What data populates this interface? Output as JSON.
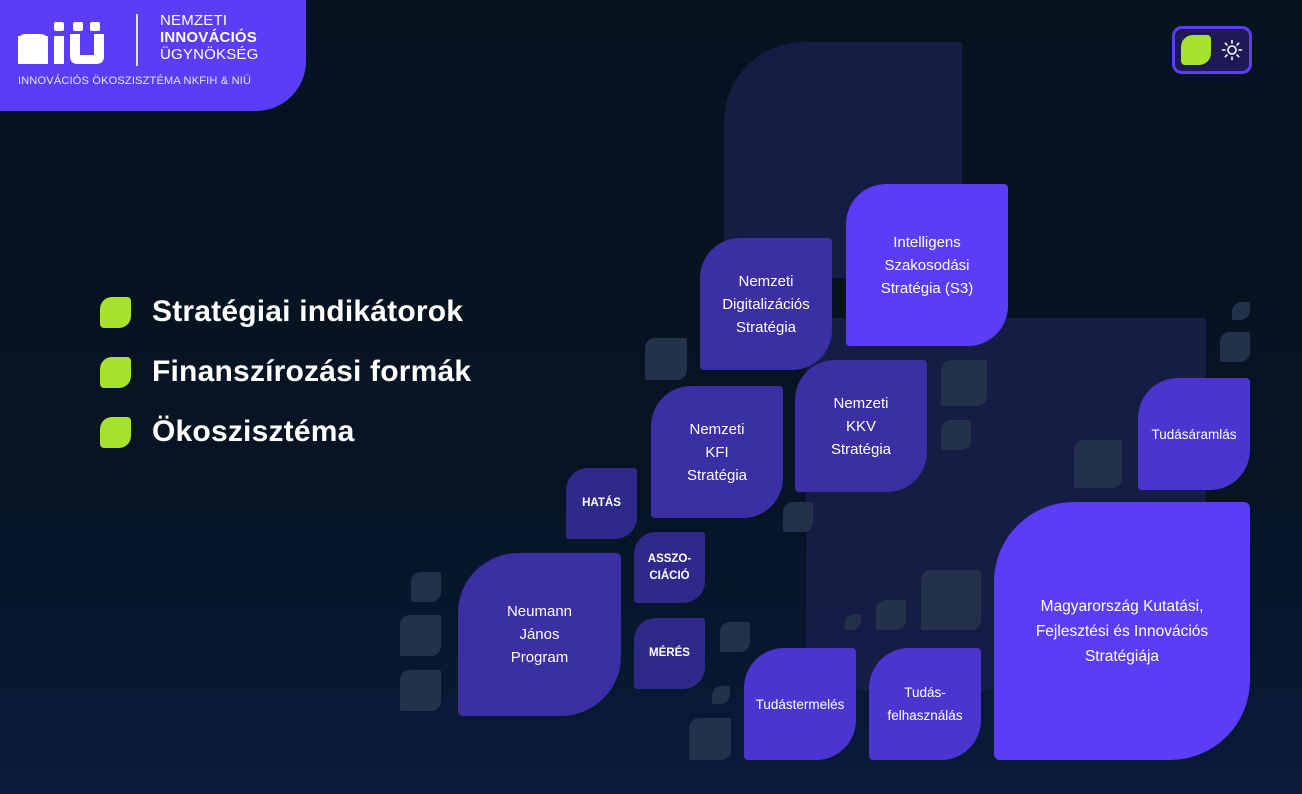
{
  "logo": {
    "line1": "NEMZETI",
    "line2": "INNOVÁCIÓS",
    "line3": "ÜGYNÖKSÉG",
    "subtitle": "INNOVÁCIÓS ÖKOSZISZTÉMA NKFIH & NIÜ"
  },
  "colors": {
    "brand": "#5b3df5",
    "accent": "#a6e22e",
    "background": "#05141f"
  },
  "theme_toggle": {
    "icon": "sun-icon"
  },
  "menu": [
    {
      "label": "Stratégiai indikátorok"
    },
    {
      "label": "Finanszírozási formák"
    },
    {
      "label": "Ökoszisztéma"
    }
  ],
  "tiles": {
    "s3": [
      "Intelligens",
      "Szakosodási",
      "Stratégia (S3)"
    ],
    "digital": [
      "Nemzeti",
      "Digitalizációs",
      "Stratégia"
    ],
    "kfi": [
      "Nemzeti",
      "KFI",
      "Stratégia"
    ],
    "kkv": [
      "Nemzeti",
      "KKV",
      "Stratégia"
    ],
    "tudasaramlas": "Tudásáramlás",
    "hatas": "HATÁS",
    "asszociacio": [
      "ASSZO-",
      "CIÁCIÓ"
    ],
    "meres": "MÉRÉS",
    "neumann": [
      "Neumann",
      "János",
      "Program"
    ],
    "tudastermeles": "Tudástermelés",
    "tudasfelhasznalas": [
      "Tudás-",
      "felhasználás"
    ],
    "kutatasi": [
      "Magyarország Kutatási,",
      "Fejlesztési és Innovációs",
      "Stratégiája"
    ]
  }
}
